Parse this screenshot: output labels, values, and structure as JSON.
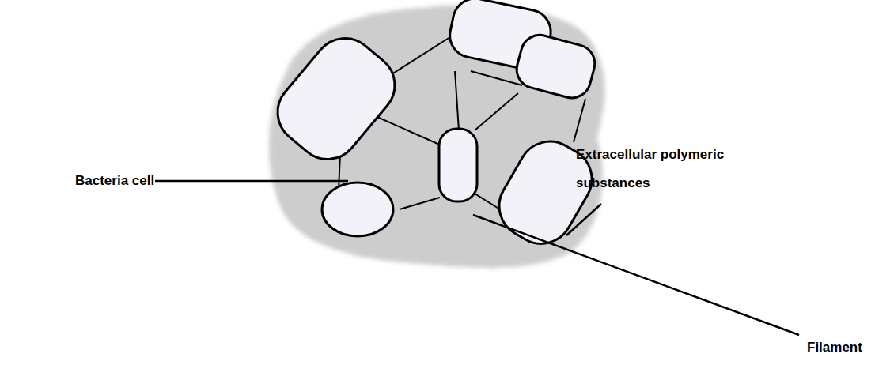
{
  "diagram": {
    "labels": [
      "Bacteria cell",
      "Extracellular polymeric substances",
      "Filament"
    ]
  }
}
